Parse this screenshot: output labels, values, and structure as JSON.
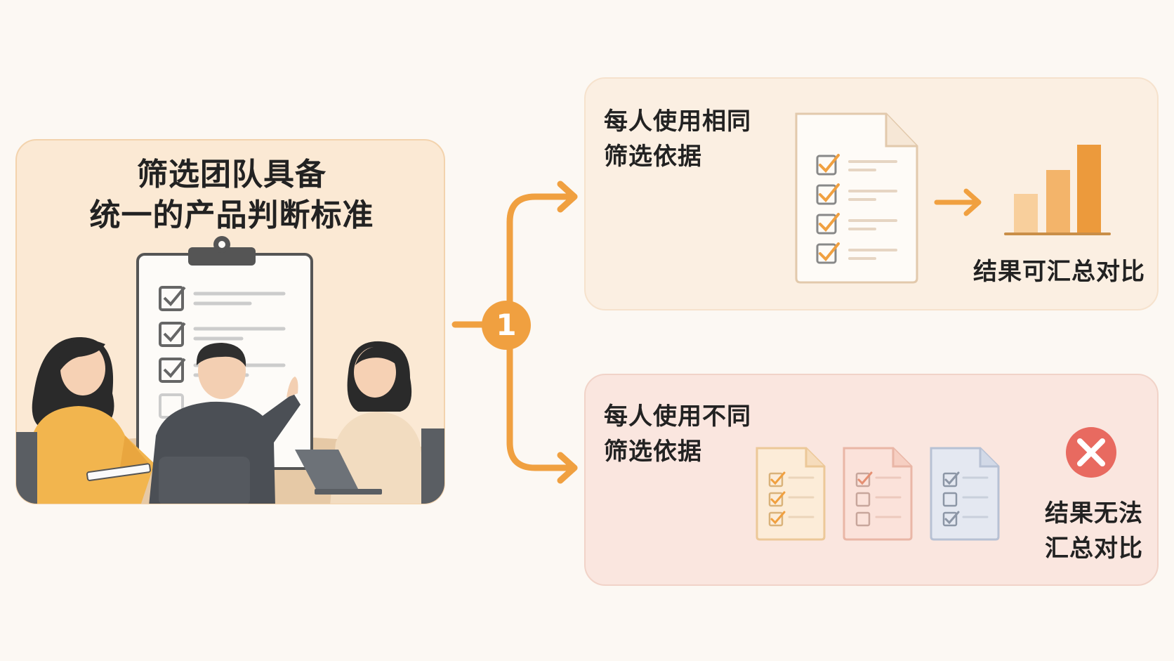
{
  "left_panel": {
    "title_line1": "筛选团队具备",
    "title_line2": "统一的产品判断标准"
  },
  "step": {
    "number": "1"
  },
  "top_panel": {
    "label_line1": "每人使用相同",
    "label_line2": "筛选依据",
    "result": "结果可汇总对比"
  },
  "bottom_panel": {
    "label_line1": "每人使用不同",
    "label_line2": "筛选依据",
    "result_line1": "结果无法",
    "result_line2": "汇总对比"
  },
  "colors": {
    "accent_orange": "#f0a040",
    "error_red": "#e86a60",
    "left_panel_bg": "#fbe9d4",
    "top_panel_bg": "#fbefe2",
    "bottom_panel_bg": "#fae6df"
  },
  "icons": [
    "clipboard-icon",
    "checkbox-checked-icon",
    "document-checklist-icon",
    "arrow-right-icon",
    "bar-chart-icon",
    "error-x-icon"
  ]
}
